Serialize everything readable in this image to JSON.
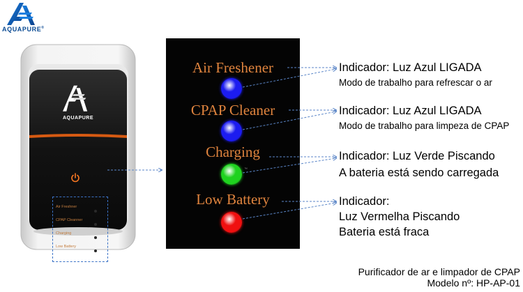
{
  "brand": {
    "name": "AQUAPURE",
    "registered_mark": "®",
    "logo_icon": "aquapure-logo-icon",
    "primary_color": "#0a4a93"
  },
  "device": {
    "face_brand": "AQUAPURE",
    "power_icon": "power-icon",
    "indicator_labels": [
      "Air Freshner",
      "CPAP Cleanner",
      "Charging",
      "Low Battery"
    ]
  },
  "panel": {
    "title_color": "#e0843e",
    "indicators": [
      {
        "label": "Air Freshener",
        "led_color": "#1c1cf0"
      },
      {
        "label": "CPAP Cleaner",
        "led_color": "#1c1cf0"
      },
      {
        "label": "Charging",
        "led_color": "#1fd21f"
      },
      {
        "label": "Low Battery",
        "led_color": "#f01010"
      }
    ]
  },
  "descriptions": [
    {
      "title": "Indicador: Luz Azul LIGADA",
      "lines": [
        "Modo de trabalho para refrescar o ar"
      ]
    },
    {
      "title": "Indicador: Luz Azul LIGADA",
      "lines": [
        "Modo de trabalho para limpeza de CPAP"
      ]
    },
    {
      "title": "Indicador: Luz Verde Piscando",
      "lines": [
        "A bateria está sendo carregada"
      ]
    },
    {
      "title": "Indicador:",
      "lines": [
        "Luz Vermelha Piscando",
        "Bateria está fraca"
      ]
    }
  ],
  "footer": {
    "line1": "Purificador de ar e limpador de CPAP",
    "line2": "Modelo nº: HP-AP-01"
  }
}
